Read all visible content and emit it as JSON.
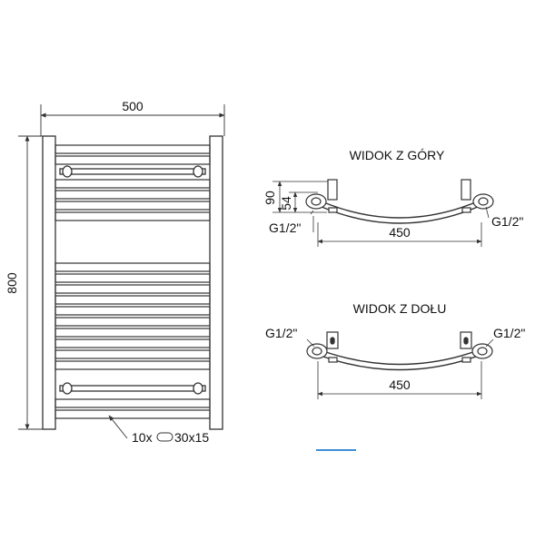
{
  "front_view": {
    "width_label": "500",
    "height_label": "800",
    "tube_label_prefix": "10x",
    "tube_label_suffix": "30x15"
  },
  "top_view": {
    "title": "WIDOK Z GÓRY",
    "depth_outer_label": "90",
    "depth_inner_label": "54",
    "thread_left_label": "G1/2\"",
    "thread_right_label": "G1/2\"",
    "spacing_label": "450"
  },
  "bottom_view": {
    "title": "WIDOK Z DOŁU",
    "thread_left_label": "G1/2\"",
    "thread_right_label": "G1/2\"",
    "spacing_label": "450"
  },
  "colors": {
    "line": "#333333",
    "accent_mark": "#3b8ed6"
  }
}
